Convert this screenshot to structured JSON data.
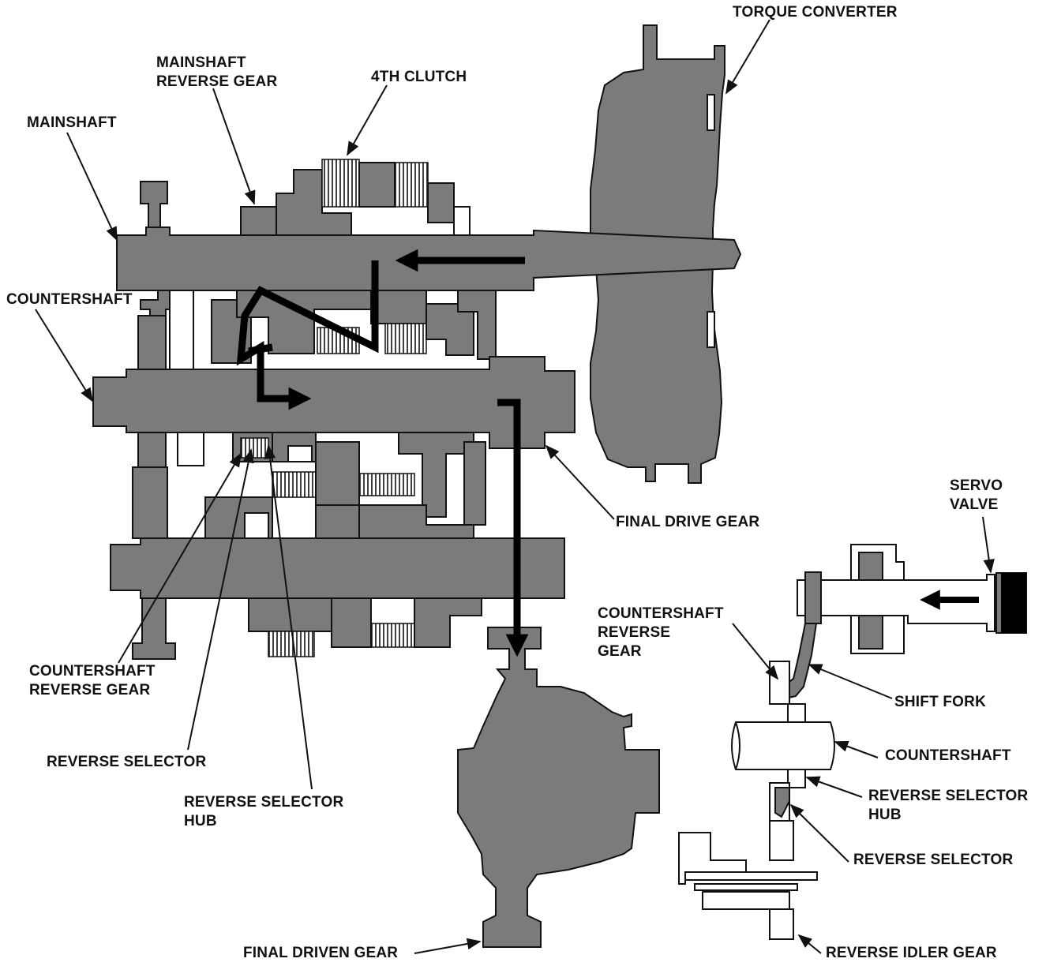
{
  "labels": {
    "torque_converter": "TORQUE CONVERTER",
    "mainshaft_reverse_gear_1": "MAINSHAFT",
    "mainshaft_reverse_gear_2": "REVERSE GEAR",
    "fourth_clutch": "4TH CLUTCH",
    "mainshaft": "MAINSHAFT",
    "countershaft": "COUNTERSHAFT",
    "final_drive_gear": "FINAL DRIVE GEAR",
    "servo_valve_1": "SERVO",
    "servo_valve_2": "VALVE",
    "countershaft_reverse_gear_right_1": "COUNTERSHAFT",
    "countershaft_reverse_gear_right_2": "REVERSE",
    "countershaft_reverse_gear_right_3": "GEAR",
    "shift_fork": "SHIFT FORK",
    "countershaft_right": "COUNTERSHAFT",
    "reverse_selector_hub_right_1": "REVERSE SELECTOR",
    "reverse_selector_hub_right_2": "HUB",
    "reverse_selector_right": "REVERSE SELECTOR",
    "reverse_idler_gear": "REVERSE IDLER GEAR",
    "countershaft_reverse_gear_left_1": "COUNTERSHAFT",
    "countershaft_reverse_gear_left_2": "REVERSE GEAR",
    "reverse_selector_left": "REVERSE SELECTOR",
    "reverse_selector_hub_left_1": "REVERSE SELECTOR",
    "reverse_selector_hub_left_2": "HUB",
    "final_driven_gear": "FINAL DRIVEN GEAR"
  },
  "colors": {
    "part_fill": "#7b7b7b",
    "part_dark": "#5e5e5e",
    "line": "#111111",
    "flow_arrow": "#000000"
  }
}
